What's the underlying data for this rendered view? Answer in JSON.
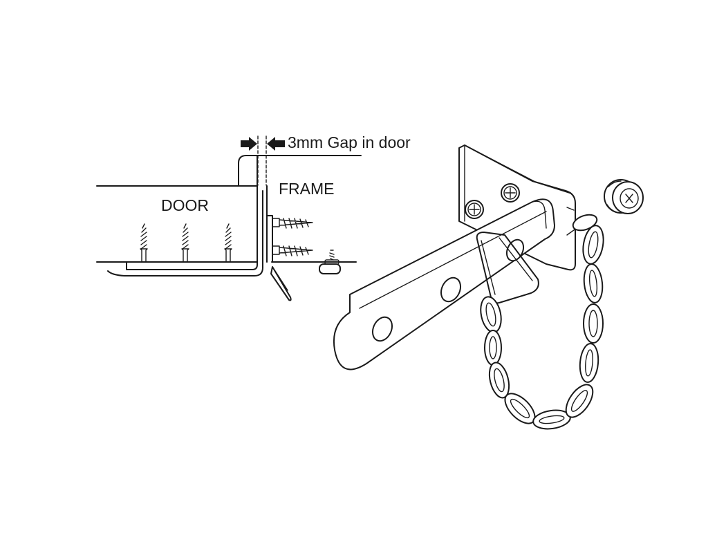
{
  "labels": {
    "gap": "3mm Gap in door",
    "frame": "FRAME",
    "door": "DOOR"
  },
  "colors": {
    "line": "#1a1a1a",
    "background": "#ffffff"
  }
}
